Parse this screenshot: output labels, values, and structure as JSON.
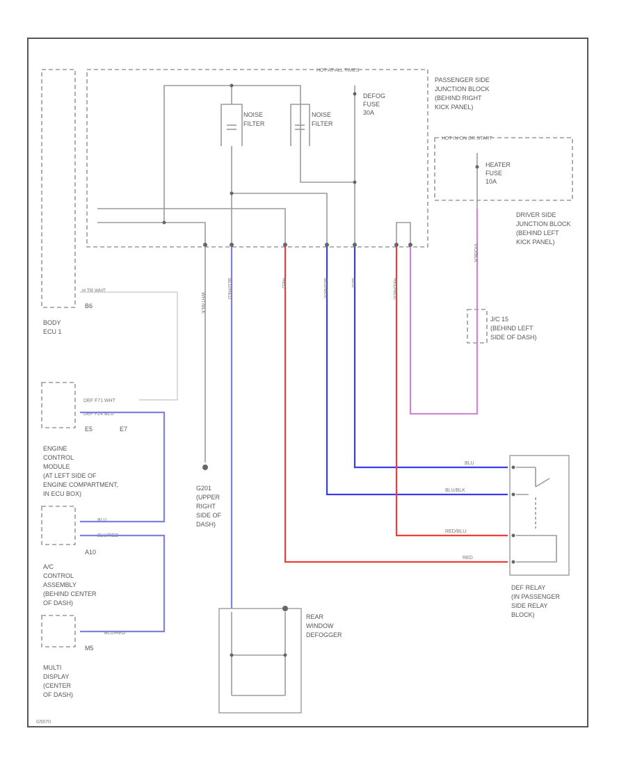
{
  "junction_blocks": {
    "passenger_header": "HOT AT ALL TIMES",
    "passenger_label": [
      "PASSENGER SIDE",
      "JUNCTION BLOCK",
      "(BEHIND RIGHT",
      "KICK PANEL)"
    ],
    "driver_header": "HOT IN ON OR START",
    "driver_label": [
      "DRIVER SIDE",
      "JUNCTION BLOCK",
      "(BEHIND LEFT",
      "KICK PANEL)"
    ]
  },
  "filters": {
    "filter1": [
      "NOISE",
      "FILTER"
    ],
    "filter2": [
      "NOISE",
      "FILTER"
    ]
  },
  "fuses": {
    "defog": [
      "DEFOG",
      "FUSE",
      "30A"
    ],
    "heater": [
      "HEATER",
      "FUSE",
      "10A"
    ]
  },
  "modules": {
    "body_ecu": [
      "BODY",
      "ECU 1"
    ],
    "body_ecu_pin": "B6",
    "body_ecu_wire": "H TR   WHT",
    "ecm": [
      "ENGINE",
      "CONTROL",
      "MODULE",
      "(AT LEFT SIDE OF",
      "ENGINE COMPARTMENT,",
      "IN ECU BOX)"
    ],
    "ecm_pins": [
      "E5",
      "E7"
    ],
    "ecm_rows": [
      "DEF   F71   WHT",
      "DEF   F24   BLU"
    ],
    "ac_control": [
      "A/C",
      "CONTROL",
      "ASSEMBLY",
      "(BEHIND CENTER",
      "OF DASH)"
    ],
    "ac_pin": "A10",
    "ac_rows": [
      "BLU",
      "BLU/RED"
    ],
    "multi_display": [
      "MULTI",
      "DISPLAY",
      "(CENTER",
      "OF DASH)"
    ],
    "multi_pin": "M5",
    "multi_row": "BLU/RED"
  },
  "grounds": {
    "g201": [
      "G201",
      "(UPPER",
      "RIGHT",
      "SIDE OF",
      "DASH)"
    ]
  },
  "connectors": {
    "j_c": [
      "J/C 15",
      "(BEHIND LEFT",
      "SIDE OF DASH)"
    ]
  },
  "relay": {
    "label": [
      "DEF RELAY",
      "(IN PASSENGER",
      "SIDE RELAY",
      "BLOCK)"
    ],
    "wires": [
      "BLU",
      "BLU/BLK",
      "RED/BLU",
      "RED"
    ]
  },
  "defogger": {
    "label": [
      "REAR",
      "WINDOW",
      "DEFOGGER"
    ]
  },
  "wire_colors": {
    "white": "WHT/BLK",
    "blue": "BLU/RED",
    "red": "RED",
    "blu_blk": "BLU/BLK",
    "blu": "BLU",
    "red_blu": "RED/BLU",
    "purple": "VIO/BLK"
  },
  "figure_id": "G5070",
  "colors": {
    "blue": "#3a3af2",
    "light_blue": "#7f7fe6",
    "red": "#f23a3a",
    "purple": "#cf86d3",
    "gray": "#9a9a9a"
  }
}
